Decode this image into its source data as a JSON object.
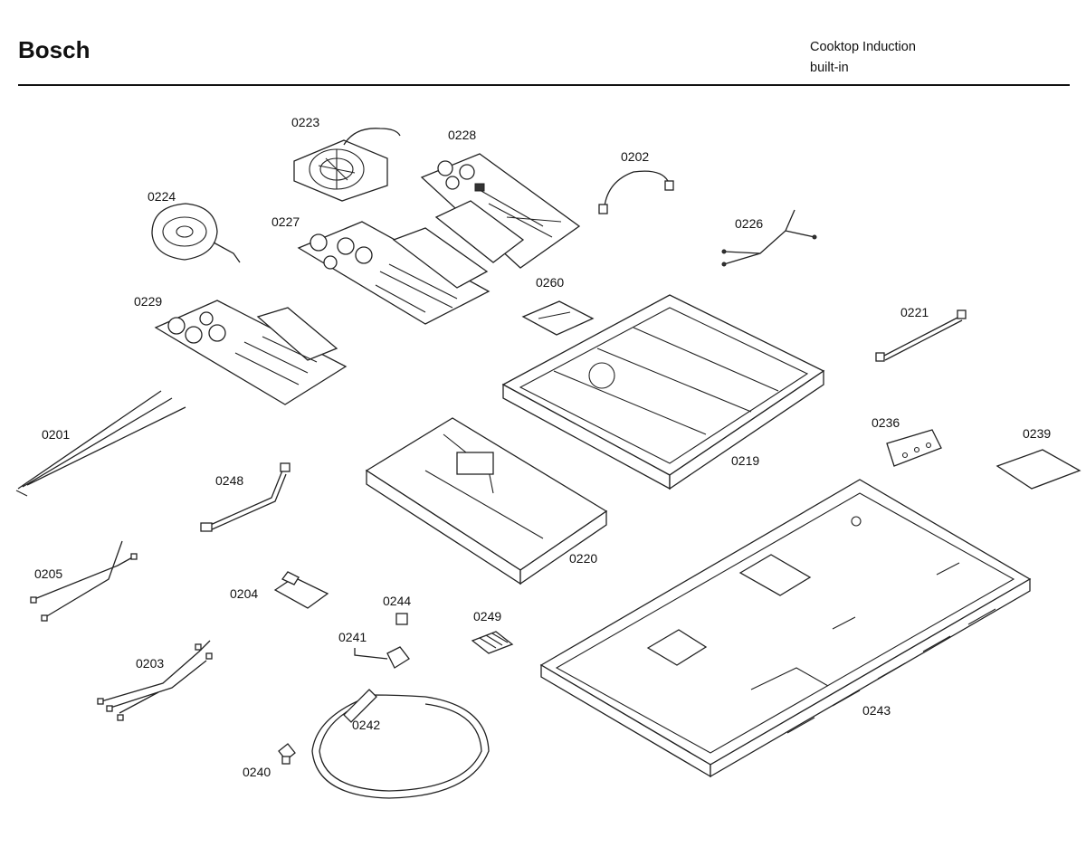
{
  "header": {
    "brand": "Bosch",
    "product_line1": "Cooktop Induction",
    "product_line2": "built-in"
  },
  "parts": [
    {
      "id": "p0223",
      "label": "0223",
      "icon": "fan-icon"
    },
    {
      "id": "p0228",
      "label": "0228",
      "icon": "circuit-board-icon"
    },
    {
      "id": "p0202",
      "label": "0202",
      "icon": "cable-icon"
    },
    {
      "id": "p0224",
      "label": "0224",
      "icon": "fan-icon"
    },
    {
      "id": "p0227",
      "label": "0227",
      "icon": "circuit-board-icon"
    },
    {
      "id": "p0226",
      "label": "0226",
      "icon": "wire-harness-icon"
    },
    {
      "id": "p0260",
      "label": "0260",
      "icon": "insulation-pad-icon"
    },
    {
      "id": "p0229",
      "label": "0229",
      "icon": "circuit-board-icon"
    },
    {
      "id": "p0221",
      "label": "0221",
      "icon": "cable-icon"
    },
    {
      "id": "p0201",
      "label": "0201",
      "icon": "wire-harness-icon"
    },
    {
      "id": "p0236",
      "label": "0236",
      "icon": "bracket-icon"
    },
    {
      "id": "p0239",
      "label": "0239",
      "icon": "insulation-pad-icon"
    },
    {
      "id": "p0219",
      "label": "0219",
      "icon": "housing-frame-icon"
    },
    {
      "id": "p0248",
      "label": "0248",
      "icon": "cable-icon"
    },
    {
      "id": "p0220",
      "label": "0220",
      "icon": "housing-frame-icon"
    },
    {
      "id": "p0205",
      "label": "0205",
      "icon": "wire-harness-icon"
    },
    {
      "id": "p0204",
      "label": "0204",
      "icon": "bracket-icon"
    },
    {
      "id": "p0244",
      "label": "0244",
      "icon": "clip-icon"
    },
    {
      "id": "p0249",
      "label": "0249",
      "icon": "terminal-block-icon"
    },
    {
      "id": "p0241",
      "label": "0241",
      "icon": "clip-icon"
    },
    {
      "id": "p0203",
      "label": "0203",
      "icon": "wire-harness-icon"
    },
    {
      "id": "p0242",
      "label": "0242",
      "icon": "power-cord-icon"
    },
    {
      "id": "p0240",
      "label": "0240",
      "icon": "bottom-pan-icon"
    },
    {
      "id": "p0243",
      "label": "0243",
      "icon": "strain-relief-icon"
    }
  ]
}
